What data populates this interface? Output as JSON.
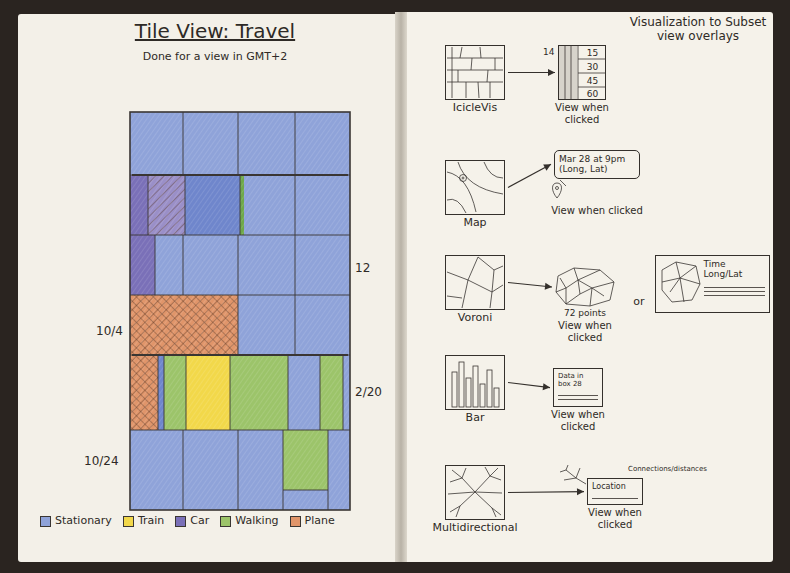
{
  "diagram": {
    "title": "Tile View: Travel",
    "nodes": [
      {
        "text": [
          "IcicleVis"
        ]
      },
      {
        "text": [
          "View when clicked"
        ]
      },
      {
        "text": [
          "Map"
        ]
      },
      {
        "text": [
          "Mar 28 at 9pm (Long, Lat)",
          "View when clicked"
        ]
      },
      {
        "text": [
          "Voroni"
        ]
      },
      {
        "text": [
          "72 points",
          "View when clicked"
        ]
      },
      {
        "text": [
          "Time Long/Lat"
        ]
      },
      {
        "text": [
          "Bar"
        ]
      },
      {
        "text": [
          "Data in box 28",
          "View when clicked"
        ]
      },
      {
        "text": [
          "Multidirectional"
        ]
      },
      {
        "text": [
          "Location",
          "View when clicked"
        ]
      }
    ],
    "edges": [
      {
        "from": 0,
        "to": 1,
        "arrow": "to"
      },
      {
        "from": 2,
        "to": 3,
        "arrow": "to"
      },
      {
        "from": 4,
        "to": 5,
        "arrow": "to"
      },
      {
        "from": 7,
        "to": 8,
        "arrow": "to"
      },
      {
        "from": 9,
        "to": 10,
        "arrow": "to"
      }
    ],
    "labels": [
      "Done for a view in GMT+2",
      "12",
      "10/4",
      "2/20",
      "10/24",
      "Visualization to Subset view overlays",
      "14",
      "15",
      "30",
      "45",
      "60",
      "or",
      "Connections/distances"
    ],
    "legend": [
      {
        "text": "Stationary",
        "color": "#8fa3d9"
      },
      {
        "text": "Train",
        "color": "#f2d84a"
      },
      {
        "text": "Car",
        "color": "#7a70b8"
      },
      {
        "text": "Walking",
        "color": "#9cc46a"
      },
      {
        "text": "Plane",
        "color": "#e0956a"
      }
    ]
  }
}
